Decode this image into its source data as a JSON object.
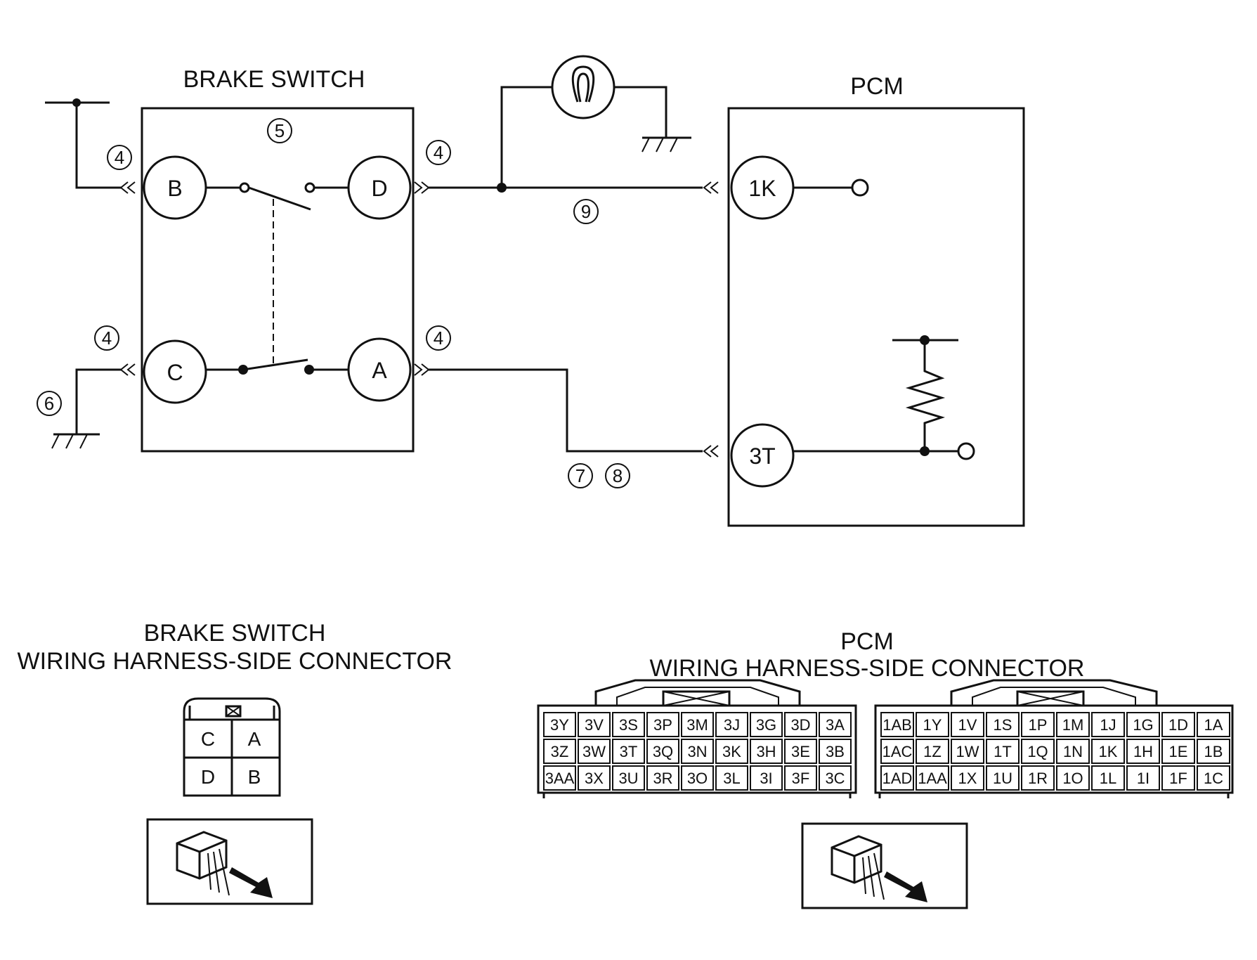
{
  "diagram": {
    "titles": {
      "brake_switch": "BRAKE SWITCH",
      "pcm": "PCM",
      "bs_connector_line1": "BRAKE SWITCH",
      "bs_connector_line2": "WIRING HARNESS-SIDE CONNECTOR",
      "pcm_connector_line1": "PCM",
      "pcm_connector_line2": "WIRING HARNESS-SIDE CONNECTOR"
    },
    "brake_switch_terminals": {
      "B": "B",
      "D": "D",
      "C": "C",
      "A": "A"
    },
    "pcm_terminals": {
      "1K": "1K",
      "3T": "3T"
    },
    "callouts": {
      "c4": "4",
      "c5": "5",
      "c6": "6",
      "c7": "7",
      "c8": "8",
      "c9": "9"
    },
    "brake_switch_connector": {
      "cells": [
        "C",
        "A",
        "D",
        "B"
      ]
    },
    "pcm_connector_3": [
      [
        "3Y",
        "3V",
        "3S",
        "3P",
        "3M",
        "3J",
        "3G",
        "3D",
        "3A"
      ],
      [
        "3Z",
        "3W",
        "3T",
        "3Q",
        "3N",
        "3K",
        "3H",
        "3E",
        "3B"
      ],
      [
        "3AA",
        "3X",
        "3U",
        "3R",
        "3O",
        "3L",
        "3I",
        "3F",
        "3C"
      ]
    ],
    "pcm_connector_1": [
      [
        "1AB",
        "1Y",
        "1V",
        "1S",
        "1P",
        "1M",
        "1J",
        "1G",
        "1D",
        "1A"
      ],
      [
        "1AC",
        "1Z",
        "1W",
        "1T",
        "1Q",
        "1N",
        "1K",
        "1H",
        "1E",
        "1B"
      ],
      [
        "1AD",
        "1AA",
        "1X",
        "1U",
        "1R",
        "1O",
        "1L",
        "1I",
        "1F",
        "1C"
      ]
    ]
  }
}
